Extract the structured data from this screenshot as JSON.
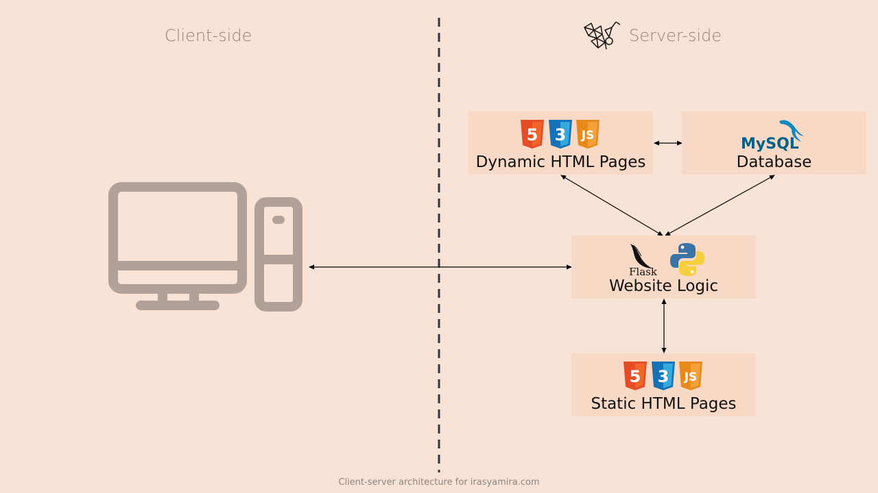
{
  "headings": {
    "client": "Client-side",
    "server": "Server-side"
  },
  "boxes": {
    "dynamic": {
      "label": "Dynamic HTML Pages",
      "icons": [
        "html5-icon",
        "css3-icon",
        "js-icon"
      ]
    },
    "database": {
      "label": "Database",
      "icons": [
        "mysql-logo"
      ],
      "logo_text": "MySQL"
    },
    "logic": {
      "label": "Website Logic",
      "icons": [
        "flask-logo",
        "python-logo"
      ],
      "flask_text": "Flask"
    },
    "static": {
      "label": "Static HTML Pages",
      "icons": [
        "html5-icon",
        "css3-icon",
        "js-icon"
      ]
    }
  },
  "badges": {
    "html": "5",
    "css": "3",
    "js": "JS"
  },
  "client_icon": "desktop-computer-icon",
  "server_icon": "geometric-logo-icon",
  "colors": {
    "background": "#f9e3d7",
    "box": "#f8d9c6",
    "heading_text": "#8a8482",
    "computer": "#b1a199",
    "divider": "#2c3645",
    "html5": "#e44d26",
    "css3": "#2e8ccf",
    "js": "#f18f2b"
  },
  "footer": "Client-server architecture for irasyamira.com"
}
